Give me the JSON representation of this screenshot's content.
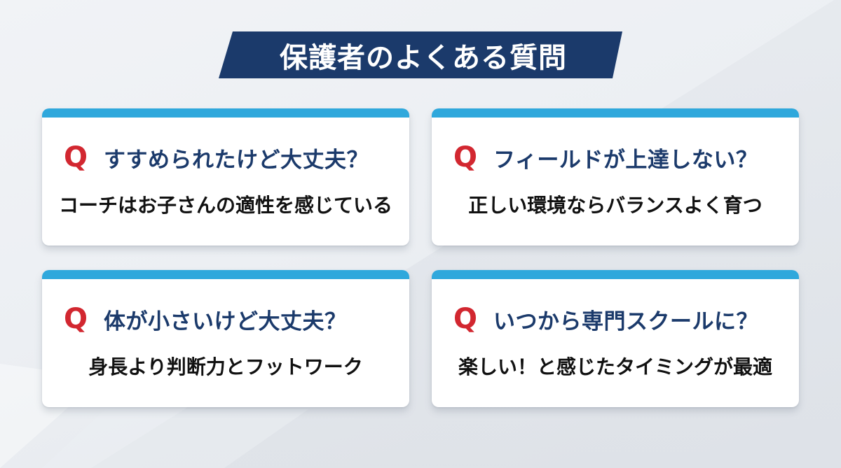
{
  "title": "保護者のよくある質問",
  "colors": {
    "banner_bg": "#1b3a6b",
    "card_strip": "#2fa8dc",
    "q_mark": "#d22730",
    "question_text": "#1b3a6b",
    "answer_text": "#111111",
    "background": "#eceff3"
  },
  "q_icon": "Q",
  "faq": [
    {
      "question": "すすめられたけど大丈夫？",
      "answer": "コーチはお子さんの適性を感じている"
    },
    {
      "question": "フィールドが上達しない？",
      "answer": "正しい環境ならバランスよく育つ"
    },
    {
      "question": "体が小さいけど大丈夫？",
      "answer": "身長より判断力とフットワーク"
    },
    {
      "question": "いつから専門スクールに？",
      "answer": "楽しい！と感じたタイミングが最適"
    }
  ]
}
